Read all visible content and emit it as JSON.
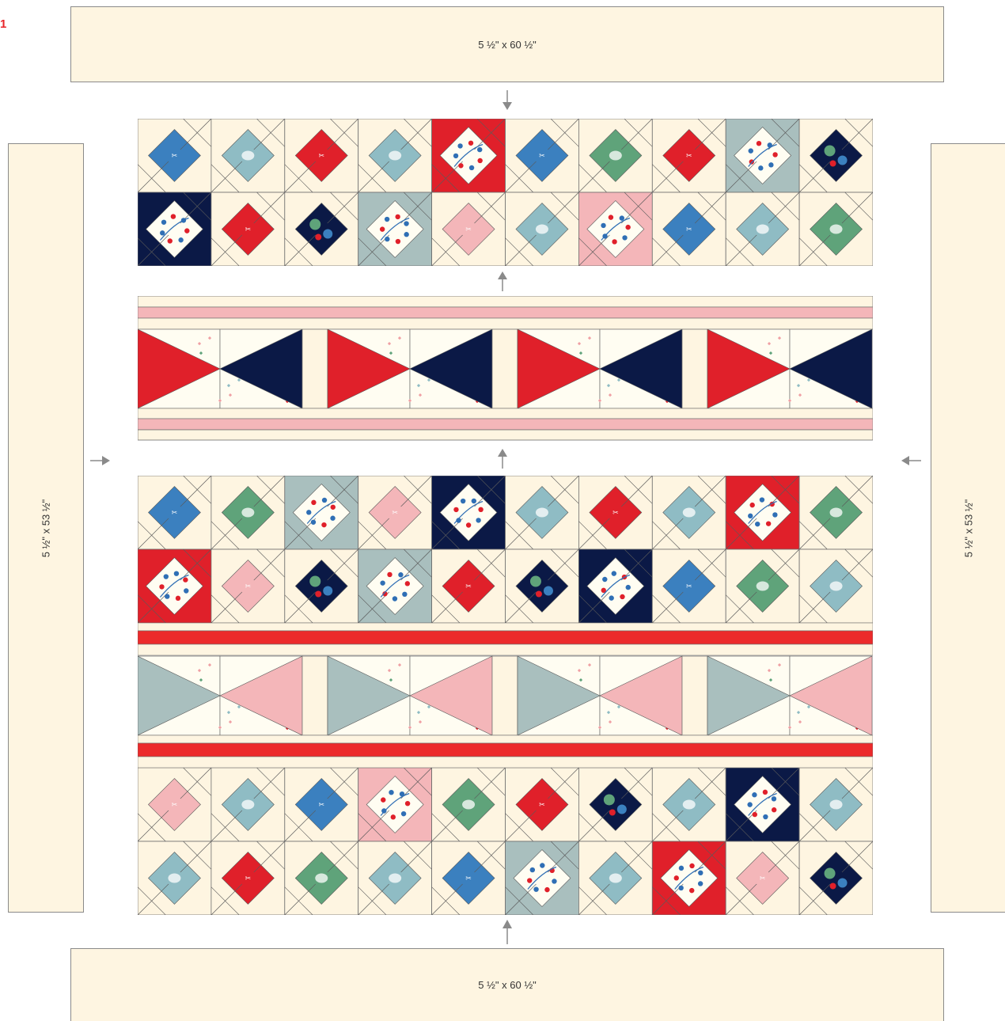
{
  "step_number": "1",
  "borders": {
    "top": "5 ½\" x 60 ½\"",
    "bottom": "5 ½\" x 60 ½\"",
    "left": "5 ½\" x 53 ½\"",
    "right": "5 ½\" x 53 ½\""
  },
  "colors": {
    "cream": "#fef5e1",
    "blue": "#3b80bf",
    "red": "#e0202a",
    "navy": "#0b1946",
    "sage": "#a9bfbe",
    "aqua": "#8fbcc4",
    "green": "#5fa37a",
    "pink": "#f4b6b9",
    "bright_red": "#ec2a2b",
    "dot_white": "#fffdf2",
    "arrow": "#8a8a8a"
  },
  "diamond_rows": [
    [
      "blue",
      "aqua",
      "red",
      "aqua",
      "floral_red",
      "blue",
      "green",
      "red",
      "floral_sage",
      "navy"
    ],
    [
      "floral_navy",
      "red",
      "navy",
      "floral_sage",
      "pink",
      "aqua",
      "floral_pink",
      "blue",
      "aqua",
      "green"
    ],
    [
      "blue",
      "green",
      "floral_sage",
      "pink",
      "floral_navy",
      "aqua",
      "red",
      "aqua",
      "floral_red",
      "green"
    ],
    [
      "floral_red",
      "pink",
      "navy",
      "floral_sage",
      "red",
      "navy",
      "floral_navy",
      "blue",
      "green",
      "aqua"
    ],
    [
      "pink",
      "aqua",
      "blue",
      "floral_pink",
      "green",
      "red",
      "navy",
      "aqua",
      "floral_navy",
      "aqua"
    ],
    [
      "aqua",
      "red",
      "green",
      "aqua",
      "blue",
      "floral_sage",
      "aqua",
      "floral_red",
      "pink",
      "navy"
    ]
  ],
  "flag_rows": [
    {
      "left": "red",
      "right": "navy",
      "stripe": "pink"
    },
    {
      "left": "sage",
      "right": "pink",
      "stripe": "bright_red"
    }
  ]
}
